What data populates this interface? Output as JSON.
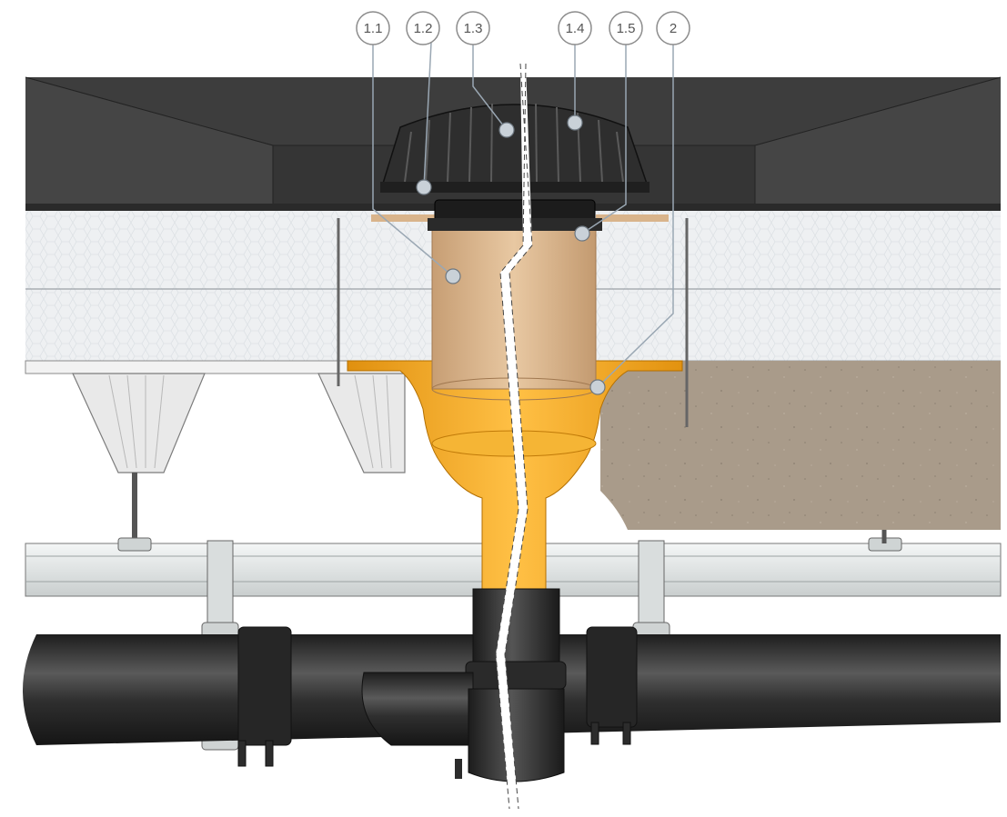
{
  "callouts": [
    {
      "label": "1.1"
    },
    {
      "label": "1.2"
    },
    {
      "label": "1.3"
    },
    {
      "label": "1.4"
    },
    {
      "label": "1.5"
    },
    {
      "label": "2"
    }
  ],
  "colors": {
    "roof_membrane": "#3f3f3f",
    "insulation": "#eef0f2",
    "concrete": "#a89a89",
    "drain_body": "#f3a51a",
    "pipe_sleeve": "#d9b48b",
    "pipe": "#2b2b2b",
    "leader_line": "#9aa7b3"
  }
}
